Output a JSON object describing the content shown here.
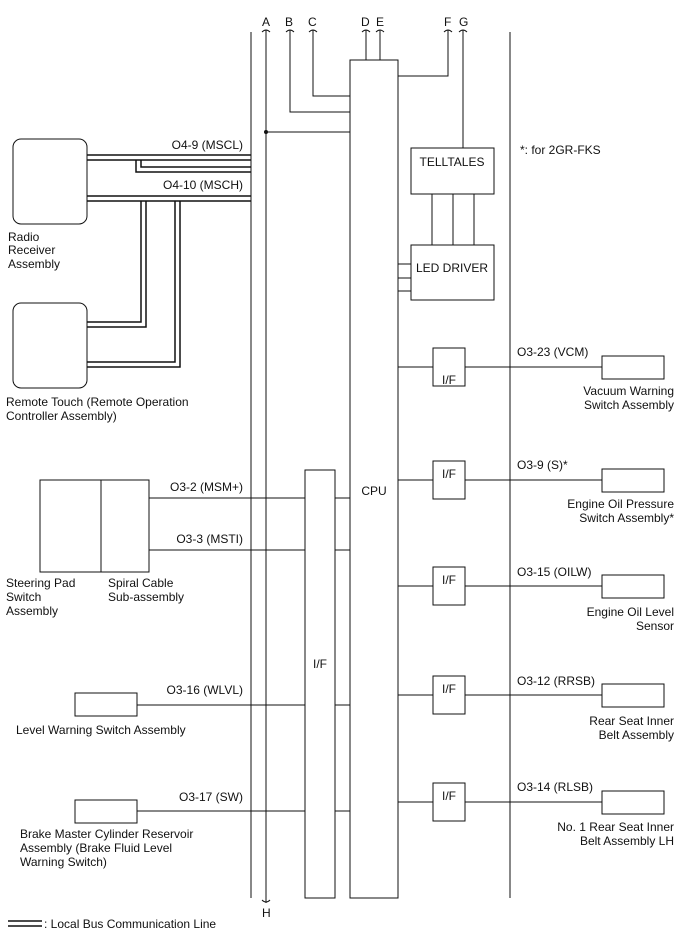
{
  "columns": {
    "a": "A",
    "b": "B",
    "c": "C",
    "d": "D",
    "e": "E",
    "f": "F",
    "g": "G",
    "h": "H"
  },
  "note": "*: for 2GR-FKS",
  "blocks": {
    "telltales": "TELLTALES",
    "led_driver": "LED DRIVER",
    "cpu": "CPU",
    "if_main": "I/F",
    "if_small": "I/F"
  },
  "signals": {
    "mscl": "O4-9 (MSCL)",
    "msch": "O4-10 (MSCH)",
    "msm": "O3-2 (MSM+)",
    "msti": "O3-3 (MSTI)",
    "wlvl": "O3-16 (WLVL)",
    "sw": "O3-17 (SW)",
    "vcm": "O3-23 (VCM)",
    "s": "O3-9 (S)*",
    "oilw": "O3-15 (OILW)",
    "rrsb": "O3-12 (RRSB)",
    "rlsb": "O3-14 (RLSB)"
  },
  "components_left": {
    "radio": [
      "Radio",
      "Receiver",
      "Assembly"
    ],
    "remote_touch": [
      "Remote Touch (Remote Operation",
      "Controller Assembly)"
    ],
    "steering_pad": [
      "Steering Pad",
      "Switch",
      "Assembly"
    ],
    "spiral_cable": [
      "Spiral Cable",
      "Sub-assembly"
    ],
    "level_warning": [
      "Level Warning Switch Assembly"
    ],
    "brake_master": [
      "Brake Master Cylinder Reservoir",
      "Assembly (Brake Fluid Level",
      "Warning Switch)"
    ]
  },
  "components_right": {
    "vacuum": [
      "Vacuum Warning",
      "Switch Assembly"
    ],
    "oil_pressure": [
      "Engine Oil Pressure",
      "Switch Assembly*"
    ],
    "oil_level": [
      "Engine Oil Level",
      "Sensor"
    ],
    "rear_inner": [
      "Rear Seat Inner",
      "Belt Assembly"
    ],
    "rear_inner_lh": [
      "No. 1 Rear Seat Inner",
      "Belt Assembly LH"
    ]
  },
  "legend": ": Local Bus Communication Line"
}
